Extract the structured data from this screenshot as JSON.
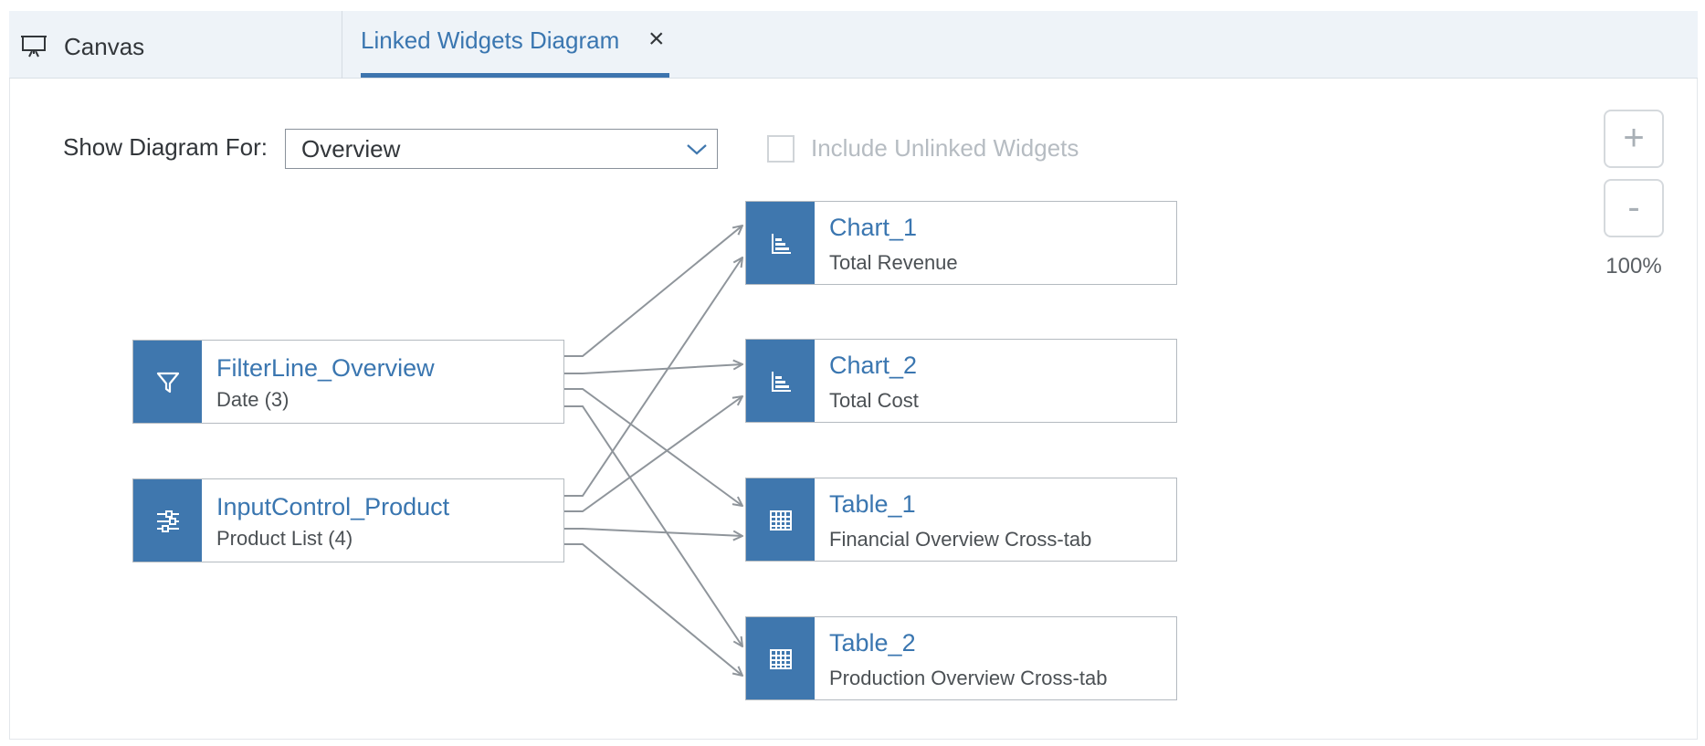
{
  "tabs": [
    {
      "label": "Canvas",
      "icon": "presentation-icon"
    },
    {
      "label": "Linked Widgets Diagram",
      "close": "×",
      "active": true
    }
  ],
  "toolbar": {
    "show_label": "Show Diagram For:",
    "selected": "Overview",
    "include_unlinked_label": "Include Unlinked Widgets",
    "include_unlinked_checked": false
  },
  "zoom": {
    "in": "+",
    "out": "-",
    "level": "100%"
  },
  "sources": [
    {
      "name": "FilterLine_Overview",
      "sub": "Date (3)",
      "icon": "filter-icon"
    },
    {
      "name": "InputControl_Product",
      "sub": "Product List (4)",
      "icon": "sliders-icon"
    }
  ],
  "targets": [
    {
      "name": "Chart_1",
      "sub": "Total Revenue",
      "icon": "bar-chart-icon"
    },
    {
      "name": "Chart_2",
      "sub": "Total Cost",
      "icon": "bar-chart-icon"
    },
    {
      "name": "Table_1",
      "sub": "Financial Overview Cross-tab",
      "icon": "table-icon"
    },
    {
      "name": "Table_2",
      "sub": "Production Overview Cross-tab",
      "icon": "table-icon"
    }
  ],
  "colors": {
    "accent": "#3f77ae",
    "link_text": "#3a76b0",
    "connector": "#8f959b"
  }
}
